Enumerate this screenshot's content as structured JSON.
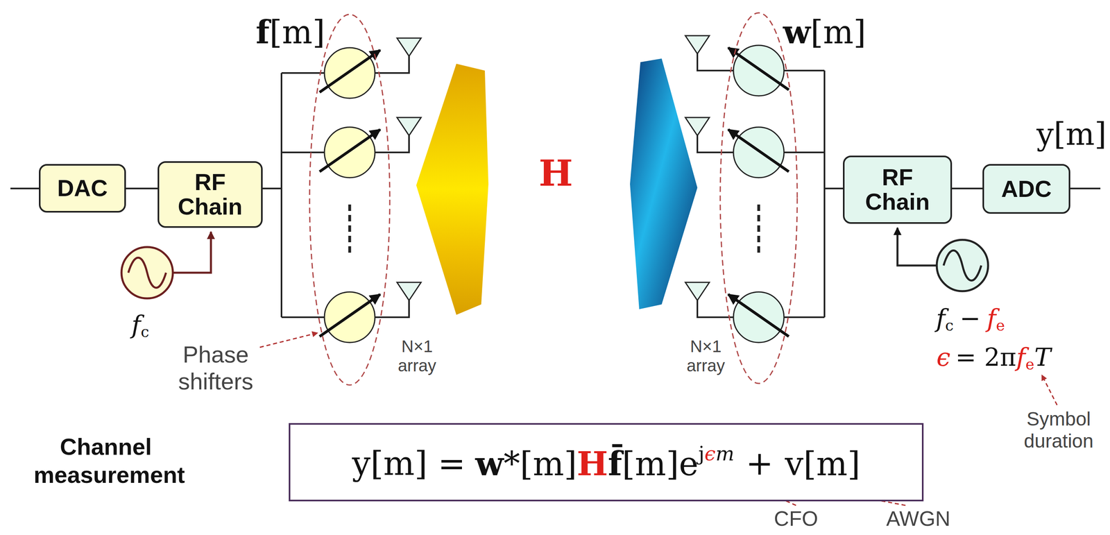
{
  "diagram": {
    "nodes": [
      {
        "text": [
          "DAC"
        ]
      },
      {
        "text": [
          "RF Chain"
        ]
      },
      {
        "text": [
          "RF Chain"
        ]
      },
      {
        "text": [
          "ADC"
        ]
      },
      {
        "text": [
          "Channel measurement",
          "y[m] =",
          "w",
          "*[m]",
          "H",
          "f̄",
          "[m]e",
          "j",
          "ϵ",
          "m",
          "+",
          "v[m]"
        ]
      }
    ],
    "edges": [
      {
        "from": 0,
        "to": 1,
        "arrow": "none"
      },
      {
        "from": 2,
        "to": 3,
        "arrow": "none"
      }
    ],
    "labels": [
      "f",
      "[m]",
      "w",
      "[m]",
      "H",
      "y[m]",
      "f",
      "c",
      "Phase shifters",
      "N×1 array",
      "N×1 array",
      "f",
      "c",
      "−",
      "f",
      "e",
      "ϵ",
      "= 2π",
      "f",
      "e",
      "T",
      "Symbol duration",
      "CFO",
      "AWGN"
    ]
  }
}
